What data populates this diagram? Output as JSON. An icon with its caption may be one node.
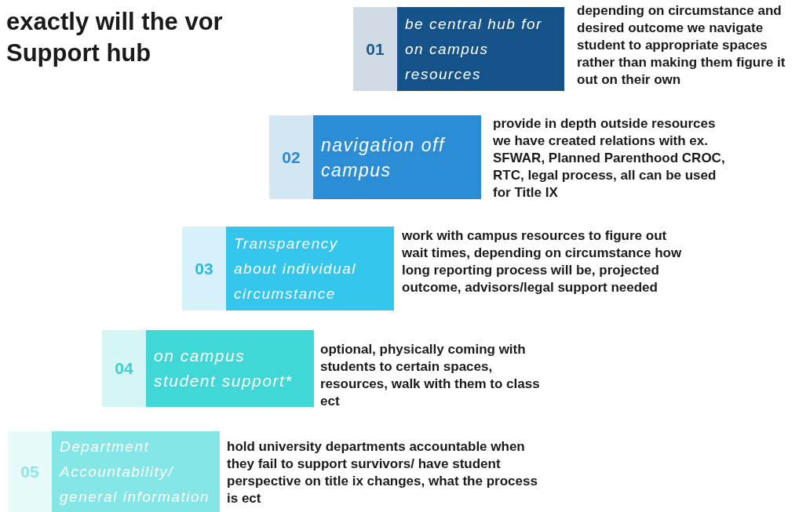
{
  "diagram": {
    "title": "exactly will the vor Support hub",
    "nodes": [
      {
        "text": [
          "01",
          "be central hub for on campus resources"
        ],
        "beside": [
          "depending on circumstance and desired outcome we navigate student to appropriate spaces rather than making them figure it out on their own"
        ]
      },
      {
        "text": [
          "02",
          "navigation off campus"
        ],
        "beside": [
          "provide in depth outside resources we have created relations with ex. SFWAR, Planned Parenthood CROC, RTC, legal process, all can be used for Title IX"
        ]
      },
      {
        "text": [
          "03",
          "Transparency about individual circumstance"
        ],
        "beside": [
          "work with campus resources to figure out wait times, depending on circumstance how long reporting process will be, projected outcome, advisors/legal support needed"
        ]
      },
      {
        "text": [
          "04",
          "on campus student support*"
        ],
        "beside": [
          "optional, physically coming with students to certain spaces, resources, walk with them to class ect"
        ]
      },
      {
        "text": [
          "05",
          "Department Accountability/ general information"
        ],
        "beside": [
          "hold university departments accountable when they fail to support survivors/ have student perspective on title ix changes, what the process is ect"
        ]
      }
    ]
  }
}
